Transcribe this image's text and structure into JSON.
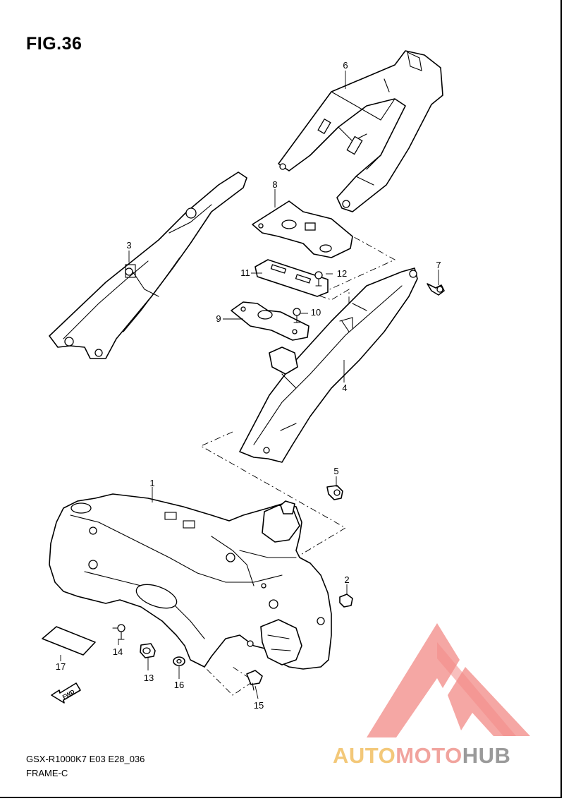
{
  "figure": {
    "title": "FIG.36"
  },
  "callouts": [
    "1",
    "2",
    "3",
    "4",
    "5",
    "6",
    "7",
    "8",
    "9",
    "10",
    "11",
    "12",
    "13",
    "14",
    "15",
    "16",
    "17"
  ],
  "fwd_label": "FWD",
  "footer": {
    "model": "GSX-R1000K7 E03 E28_036",
    "group": "FRAME-C"
  },
  "watermark": {
    "part1": "AUTO",
    "part2": "MOTO",
    "part3": "HUB",
    "colors": {
      "auto": "#f3c879",
      "moto": "#f1a49e",
      "hub": "#9a9a9a",
      "logo": "#f28a86"
    }
  }
}
